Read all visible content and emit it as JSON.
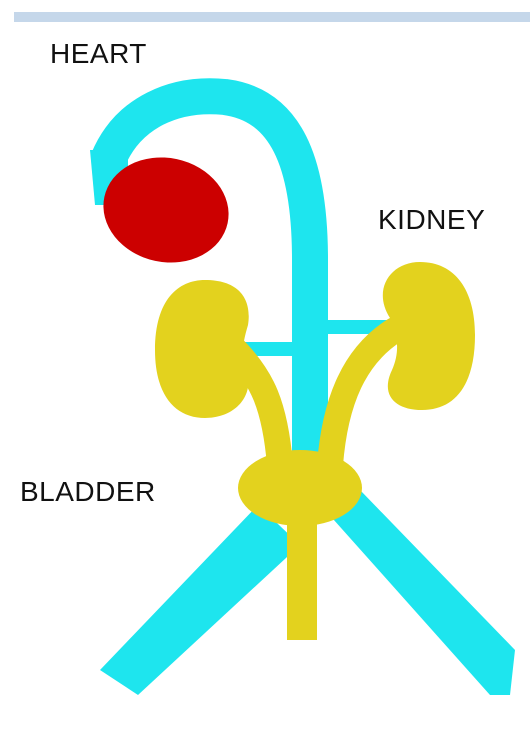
{
  "labels": {
    "heart": "HEART",
    "kidney": "KIDNEY",
    "bladder": "BLADDER"
  },
  "colors": {
    "vessel": "#1ee5ee",
    "heart": "#cc0000",
    "kidney": "#e3d21e",
    "header_bar": "#c5d7ea"
  }
}
